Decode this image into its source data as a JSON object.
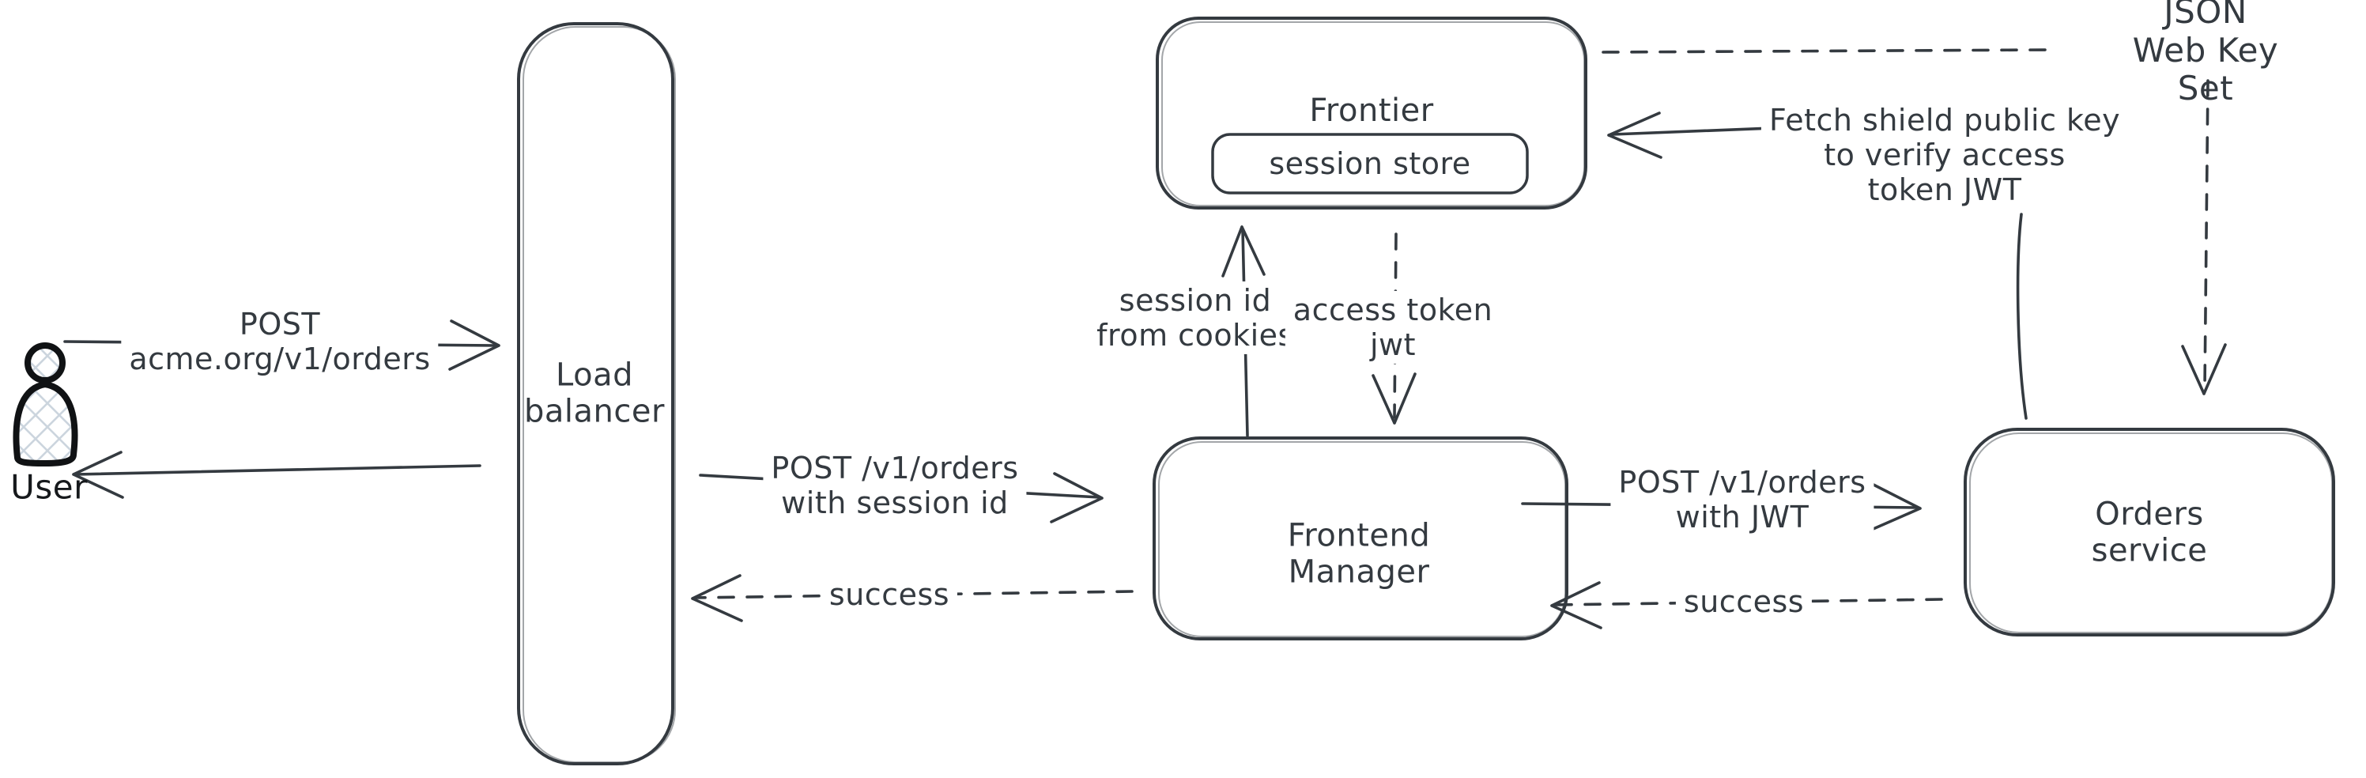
{
  "diagram": {
    "colors": {
      "stroke": "#343a40",
      "user_outline": "#101214",
      "hatch_fill": "#ccd5de",
      "background": "#ffffff"
    },
    "nodes": {
      "user": {
        "label": "User",
        "icon": "person-icon"
      },
      "load_balancer": {
        "label": "Load\nbalancer"
      },
      "frontier": {
        "label": "Frontier"
      },
      "session_store": {
        "label": "session store"
      },
      "frontend_manager": {
        "label": "Frontend\nManager"
      },
      "orders_service": {
        "label": "Orders service"
      },
      "jwks": {
        "label": "JSON Web Key Set"
      }
    },
    "edges": {
      "user_to_lb": {
        "label": "POST\nacme.org/v1/orders",
        "style": "solid"
      },
      "lb_to_user": {
        "label": "",
        "style": "solid"
      },
      "lb_to_fm": {
        "label": "POST /v1/orders\nwith session id",
        "style": "solid"
      },
      "fm_to_lb": {
        "label": "success",
        "style": "dashed"
      },
      "fm_to_frontier": {
        "label": "session id\nfrom cookies",
        "style": "solid"
      },
      "frontier_to_fm": {
        "label": "access token\njwt",
        "style": "dashed"
      },
      "fm_to_orders": {
        "label": "POST /v1/orders\nwith JWT",
        "style": "solid"
      },
      "orders_to_fm": {
        "label": "success",
        "style": "dashed"
      },
      "orders_to_frontier": {
        "label": "Fetch shield public key\nto verify access\ntoken JWT",
        "style": "solid"
      },
      "frontier_to_jwks": {
        "label": "",
        "style": "dashed"
      },
      "jwks_to_orders": {
        "label": "",
        "style": "dashed"
      }
    }
  }
}
